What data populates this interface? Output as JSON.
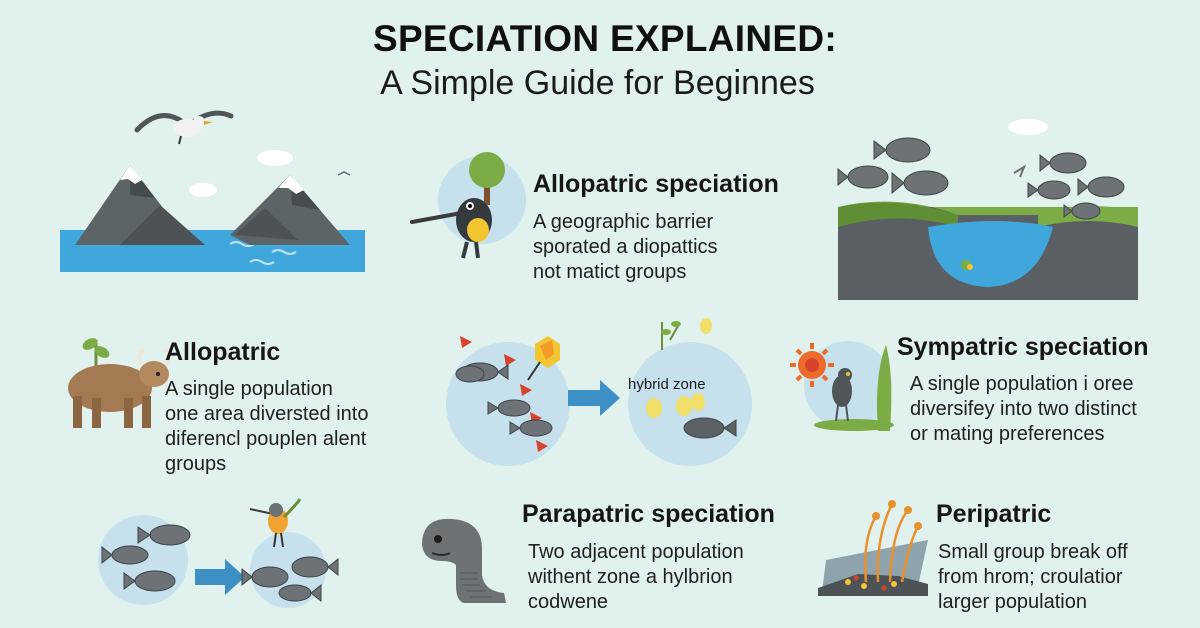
{
  "header": {
    "title": "SPECIATION EXPLAINED:",
    "subtitle": "A Simple Guide for Beginnes"
  },
  "sections": {
    "allopatric_top": {
      "heading": "Allopatric speciation",
      "lines": [
        "A geographic barrier",
        "sporated a diopattics",
        "not matict groups"
      ]
    },
    "allopatric_left": {
      "heading": "Allopatric",
      "lines": [
        "A single population",
        "one area diversted into",
        "diferencl pouplen alent",
        "groups"
      ]
    },
    "sympatric": {
      "heading": "Sympatric speciation",
      "lines": [
        "A single population i oree",
        "diversifey into two distinct",
        "or mating preferences"
      ]
    },
    "parapatric": {
      "heading": "Parapatric speciation",
      "lines": [
        "Two adjacent population",
        "withent zone a hylbrion",
        "codwene"
      ]
    },
    "peripatric": {
      "heading": "Peripatric",
      "lines": [
        "Small group break off",
        "from hrom; croulatior",
        "larger population"
      ]
    }
  },
  "diagram": {
    "hybrid_zone_label": "hybrid zone"
  },
  "colors": {
    "background": "#e1f1ee",
    "water": "#3fa7dc",
    "mountain": "#5d6468",
    "grass": "#7bac45",
    "circle": "#c6e0ec",
    "arrow": "#3d90c6",
    "fish": "#6d7276",
    "accent_red": "#d8432e",
    "accent_yellow": "#f2c531"
  }
}
